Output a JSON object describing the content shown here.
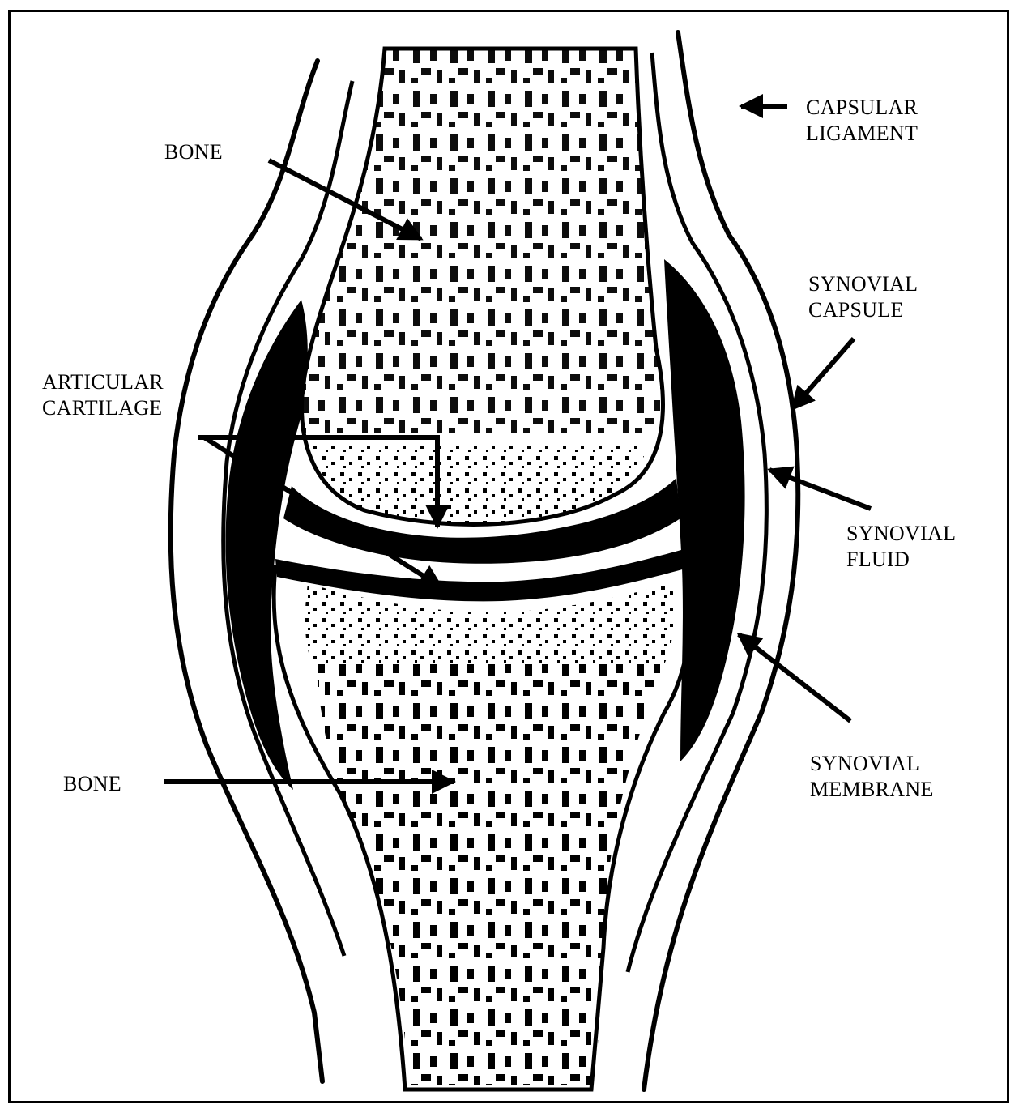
{
  "diagram": {
    "labels": {
      "bone_upper": "BONE",
      "bone_lower": "BONE",
      "capsular_ligament": "CAPSULAR\nLIGAMENT",
      "synovial_capsule": "SYNOVIAL\nCAPSULE",
      "articular_cartilage": "ARTICULAR\nCARTILAGE",
      "synovial_fluid": "SYNOVIAL\nFLUID",
      "synovial_membrane": "SYNOVIAL\nMEMBRANE"
    }
  }
}
